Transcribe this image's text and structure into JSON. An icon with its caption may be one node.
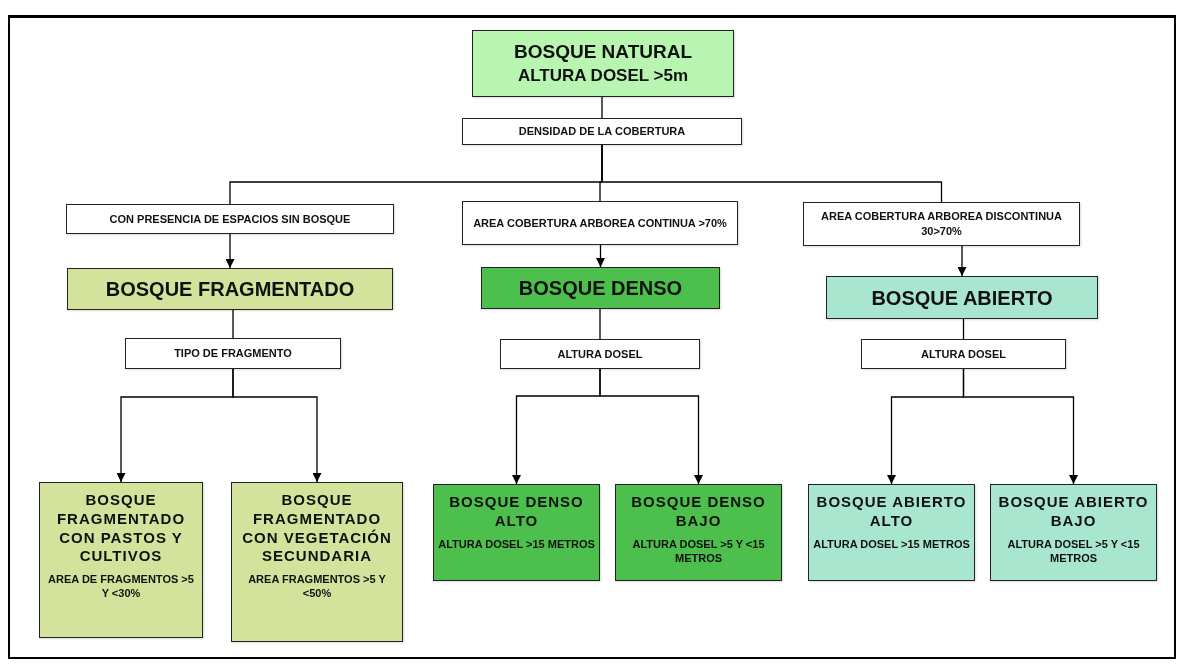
{
  "diagram": {
    "nodes": [
      {
        "text": [
          "BOSQUE NATURAL",
          "ALTURA DOSEL >5m"
        ]
      },
      {
        "text": [
          "DENSIDAD DE LA COBERTURA"
        ]
      },
      {
        "text": [
          "CON PRESENCIA DE ESPACIOS SIN BOSQUE"
        ]
      },
      {
        "text": [
          "AREA COBERTURA ARBOREA CONTINUA >70%"
        ]
      },
      {
        "text": [
          "AREA COBERTURA ARBOREA DISCONTINUA 30>70%"
        ]
      },
      {
        "text": [
          "BOSQUE FRAGMENTADO"
        ]
      },
      {
        "text": [
          "BOSQUE DENSO"
        ]
      },
      {
        "text": [
          "BOSQUE ABIERTO"
        ]
      },
      {
        "text": [
          "TIPO DE FRAGMENTO"
        ]
      },
      {
        "text": [
          "ALTURA DOSEL"
        ]
      },
      {
        "text": [
          "ALTURA DOSEL"
        ]
      },
      {
        "text": [
          "BOSQUE FRAGMENTADO CON PASTOS Y CULTIVOS",
          "AREA DE FRAGMENTOS >5 Y <30%"
        ]
      },
      {
        "text": [
          "BOSQUE FRAGMENTADO CON VEGETACIÓN SECUNDARIA",
          "AREA FRAGMENTOS >5 Y <50%"
        ]
      },
      {
        "text": [
          "BOSQUE DENSO ALTO",
          "ALTURA DOSEL >15 METROS"
        ]
      },
      {
        "text": [
          "BOSQUE DENSO BAJO",
          "ALTURA DOSEL >5 Y <15 METROS"
        ]
      },
      {
        "text": [
          "BOSQUE ABIERTO ALTO",
          "ALTURA DOSEL >15 METROS"
        ]
      },
      {
        "text": [
          "BOSQUE ABIERTO BAJO",
          "ALTURA DOSEL >5 Y <15 METROS"
        ]
      }
    ],
    "edges": [
      {
        "from": 0,
        "to": 1,
        "arrow": "none"
      },
      {
        "from": 1,
        "to": 2,
        "arrow": "none"
      },
      {
        "from": 1,
        "to": 3,
        "arrow": "none"
      },
      {
        "from": 1,
        "to": 4,
        "arrow": "none"
      },
      {
        "from": 2,
        "to": 5,
        "arrow": "to"
      },
      {
        "from": 3,
        "to": 6,
        "arrow": "to"
      },
      {
        "from": 4,
        "to": 7,
        "arrow": "to"
      },
      {
        "from": 5,
        "to": 8,
        "arrow": "none"
      },
      {
        "from": 6,
        "to": 9,
        "arrow": "none"
      },
      {
        "from": 7,
        "to": 10,
        "arrow": "none"
      },
      {
        "from": 8,
        "to": 11,
        "arrow": "to"
      },
      {
        "from": 8,
        "to": 12,
        "arrow": "to"
      },
      {
        "from": 9,
        "to": 13,
        "arrow": "to"
      },
      {
        "from": 9,
        "to": 14,
        "arrow": "to"
      },
      {
        "from": 10,
        "to": 15,
        "arrow": "to"
      },
      {
        "from": 10,
        "to": 16,
        "arrow": "to"
      }
    ]
  }
}
